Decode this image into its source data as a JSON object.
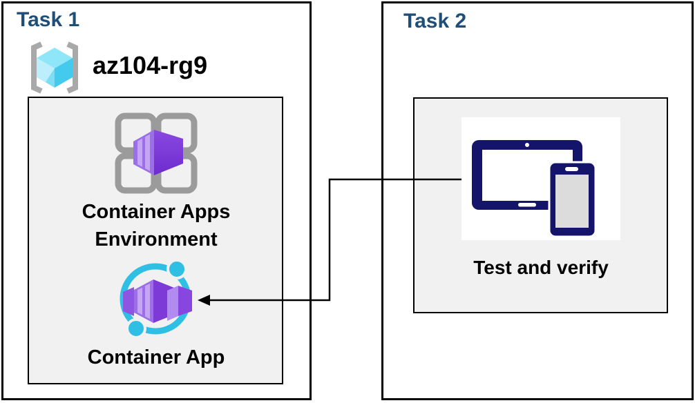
{
  "diagram": {
    "task1": {
      "title": "Task 1",
      "resource_group_name": "az104-rg9",
      "environment_label": "Container Apps Environment",
      "app_label": "Container App"
    },
    "task2": {
      "title": "Task 2",
      "verify_label": "Test and verify"
    },
    "connector": {
      "type": "elbow-arrow",
      "from": "test-and-verify-devices-icon",
      "to": "container-app-icon",
      "direction": "arrowhead-points-left-into-container-app"
    }
  },
  "icons": {
    "resource_group": "azure-resource-group-icon",
    "environment": "container-apps-environment-icon",
    "app": "container-app-icon",
    "devices": "tablet-and-phone-icon",
    "arrow": "left-arrowhead-icon"
  },
  "colors": {
    "title_blue": "#1f4e79",
    "panel_fill": "#f1f1f2",
    "border_black": "#000000",
    "bracket_gray": "#a9a9a9",
    "grid_gray": "#9b9b9b",
    "cube_cyan_top": "#8fe6f8",
    "cube_cyan_left": "#bceffb",
    "cube_cyan_right": "#43caec",
    "purple_face": "#9c6fe8",
    "purple_stripe": "#c5a6f5",
    "purple_dark": "#7d3ad7",
    "accent_cyan": "#2fbfe4",
    "device_navy": "#14146b",
    "phone_screen": "#dcdcdd"
  }
}
